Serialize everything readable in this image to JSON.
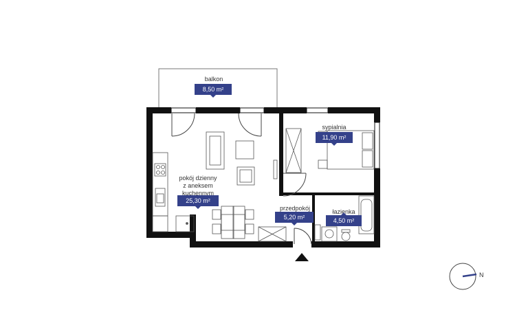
{
  "rooms": {
    "balcony": {
      "name": "balkon",
      "area": "8,50 m²"
    },
    "bedroom": {
      "name": "sypialnia",
      "area": "11,90 m²"
    },
    "living": {
      "name_line1": "pokój dzienny",
      "name_line2": "z aneksem",
      "name_line3": "kuchennym",
      "area": "25,30 m²"
    },
    "hallway": {
      "name": "przedpokój",
      "area": "5,20 m²"
    },
    "bathroom": {
      "name": "łazienka",
      "area": "4,50 m²"
    }
  },
  "compass": {
    "letter": "N"
  },
  "colors": {
    "wall": "#111111",
    "accent": "#34418a",
    "furniture": "#555555",
    "text": "#333333"
  }
}
